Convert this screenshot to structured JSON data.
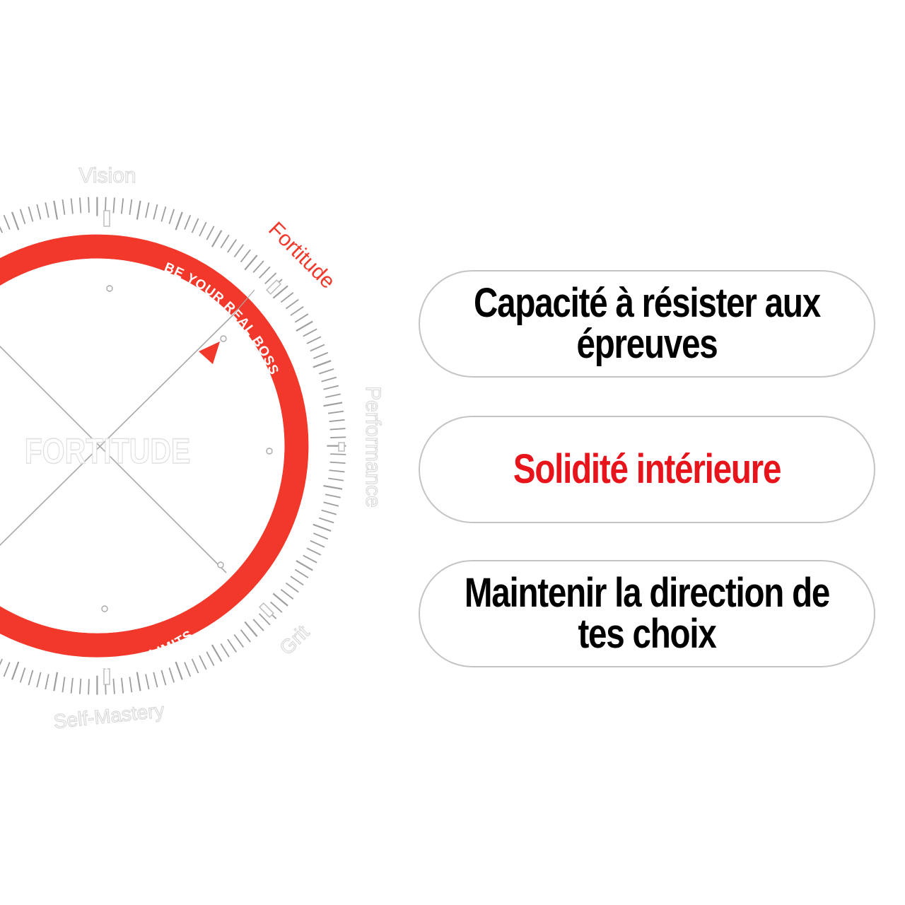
{
  "compass": {
    "center_word": "FORTITUDE",
    "labels": {
      "vision": "Vision",
      "fortitude": "Fortitude",
      "performance": "Performance",
      "grit": "Grit",
      "self_mastery": "Self-Mastery"
    },
    "ring_text_right": "BE YOUR REAL BOSS",
    "ring_text_bottom": "BE YOUR OWN LIMITS"
  },
  "cards": [
    {
      "text": "Capacité à résister aux\népreuves",
      "color": "#000000"
    },
    {
      "text": "Solidité intérieure",
      "color": "#e8141b"
    },
    {
      "text": "Maintenir la direction de\ntes choix",
      "color": "#000000"
    }
  ],
  "colors": {
    "accent": "#f2382a",
    "ring": "#f2382a",
    "label_muted": "#d9d9d9",
    "pill_border": "#c4c4c4"
  },
  "icons": [
    "compass-needle-icon"
  ]
}
